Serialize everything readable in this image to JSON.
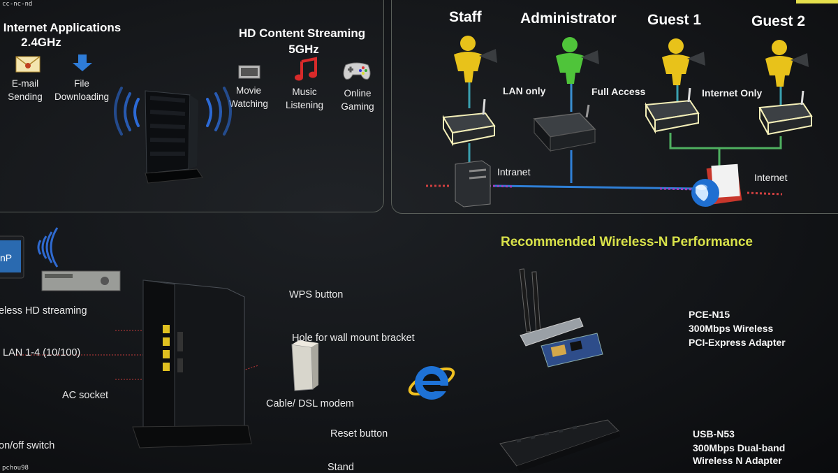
{
  "watermark_top": "cc-nc-nd",
  "watermark_bottom": "pchou98",
  "left_panel": {
    "internet_title": "Internet Applications",
    "internet_freq": "2.4GHz",
    "apps_24": [
      {
        "label1": "E-mail",
        "label2": "Sending",
        "icon": "envelope-icon"
      },
      {
        "label1": "File",
        "label2": "Downloading",
        "icon": "download-arrow-icon"
      }
    ],
    "hd_title": "HD Content Streaming",
    "hd_freq": "5GHz",
    "apps_5": [
      {
        "label1": "Movie",
        "label2": "Watching",
        "icon": "tv-icon"
      },
      {
        "label1": "Music",
        "label2": "Listening",
        "icon": "music-note-icon"
      },
      {
        "label1": "Online",
        "label2": "Gaming",
        "icon": "gamepad-icon"
      }
    ]
  },
  "right_panel": {
    "users": [
      "Staff",
      "Administrator",
      "Guest 1",
      "Guest 2"
    ],
    "access": {
      "lan_only": "LAN only",
      "full_access": "Full Access",
      "internet_only": "Internet Only"
    },
    "intranet": "Intranet",
    "internet": "Internet",
    "colors": {
      "staff": "#e8c21a",
      "admin": "#4fc43a",
      "guest": "#e8c21a",
      "lan_line": "#2f7fd6",
      "internet_line": "#4fb060"
    }
  },
  "bottom": {
    "hd_streaming": "eless HD streaming",
    "ports": {
      "wps": "WPS button",
      "wall_mount": "Hole for wall mount bracket",
      "lan": "LAN 1-4 (10/100)",
      "ac": "AC socket",
      "modem": "Cable/ DSL modem",
      "reset": "Reset button",
      "switch": "on/off  switch",
      "stand": "Stand"
    },
    "recommended_title": "Recommended Wireless-N Performance",
    "products": [
      {
        "line1": "PCE-N15",
        "line2": "300Mbps Wireless",
        "line3": "PCI-Express Adapter"
      },
      {
        "line1": "USB-N53",
        "line2": "300Mbps Dual-band",
        "line3": "Wireless N Adapter"
      }
    ]
  }
}
